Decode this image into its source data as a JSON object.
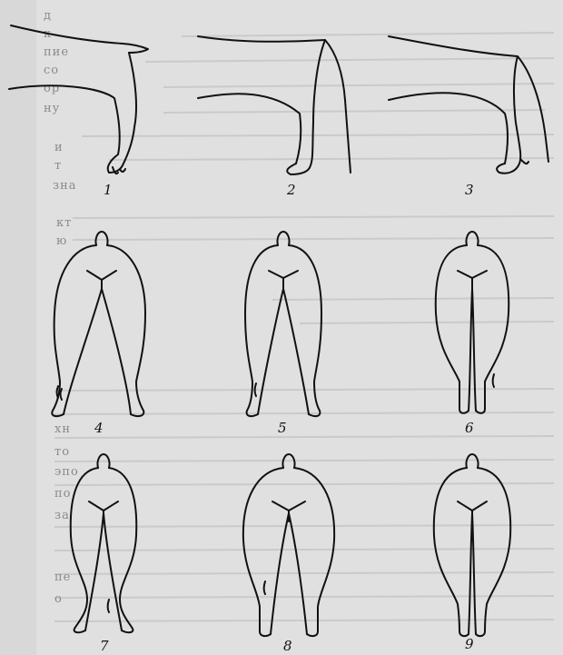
{
  "figure_labels": [
    "1",
    "2",
    "3",
    "4",
    "5",
    "6",
    "7",
    "8",
    "9"
  ],
  "margin_fragments": [
    "д",
    "к",
    "пие",
    "со",
    "ор",
    "ну",
    "и",
    "т",
    "зна",
    "кт",
    "ю",
    "хн",
    "то",
    "эпо",
    "по",
    "за",
    "пе",
    "о"
  ],
  "colors": {
    "paper": "#e2e2e2",
    "ink": "#111111",
    "bleed_text": "#9a9a9a"
  }
}
